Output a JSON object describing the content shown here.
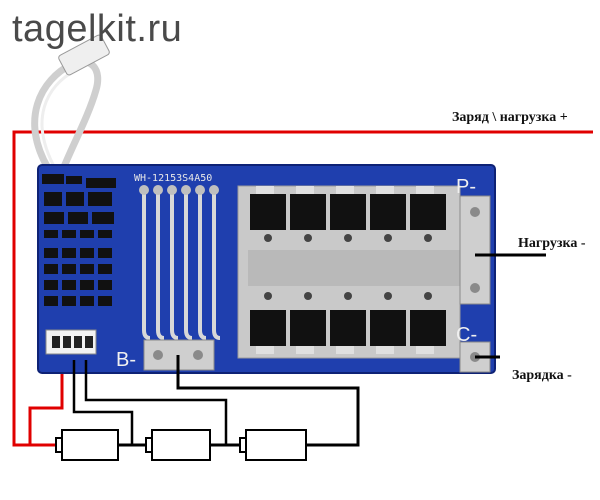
{
  "watermark": "tagelkit.ru",
  "board": {
    "model": "WH-12153S4A50",
    "pad_p_minus": "P-",
    "pad_c_minus": "C-",
    "pad_b_minus": "B-"
  },
  "labels": {
    "charge_load_plus": "Заряд \\ нагрузка +",
    "load_minus": "Нагрузка -",
    "charging_minus": "Зарядка -"
  },
  "colors": {
    "board": "#1f3fae",
    "red_wire": "#e00000",
    "black_wire": "#000000"
  }
}
